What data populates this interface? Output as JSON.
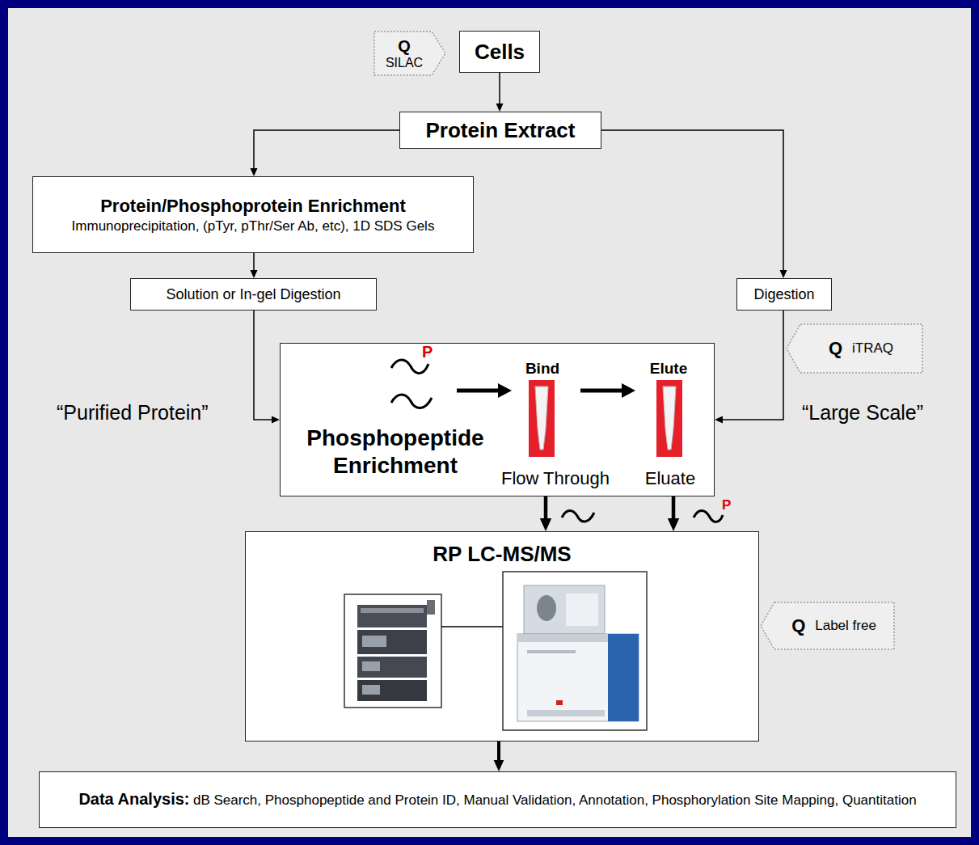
{
  "diagram": {
    "nodes": [
      {
        "text": [
          "Q",
          "SILAC"
        ]
      },
      {
        "text": [
          "Cells"
        ]
      },
      {
        "text": [
          "Protein Extract"
        ]
      },
      {
        "text": [
          "Protein/Phosphoprotein Enrichment",
          "Immunoprecipitation, (pTyr, pThr/Ser Ab, etc), 1D SDS Gels"
        ]
      },
      {
        "text": [
          "Solution or In-gel Digestion"
        ]
      },
      {
        "text": [
          "Digestion"
        ]
      },
      {
        "text": [
          "Q",
          "iTRAQ"
        ]
      },
      {
        "text": [
          "Phosphopeptide Enrichment",
          "Bind",
          "Elute",
          "Flow Through",
          "Eluate"
        ]
      },
      {
        "text": [
          "RP LC-MS/MS"
        ]
      },
      {
        "text": [
          "Q",
          "Label free"
        ]
      },
      {
        "text": [
          "Data Analysis:",
          "dB Search, Phosphopeptide and Protein ID, Manual Validation, Annotation, Phosphorylation Site Mapping, Quantitation"
        ]
      }
    ],
    "edges": [
      {
        "from": 1,
        "to": 2,
        "arrow": "to"
      },
      {
        "from": 2,
        "to": 3,
        "arrow": "to"
      },
      {
        "from": 2,
        "to": 5,
        "arrow": "to"
      },
      {
        "from": 3,
        "to": 4,
        "arrow": "to"
      },
      {
        "from": 4,
        "to": 7,
        "arrow": "to"
      },
      {
        "from": 5,
        "to": 7,
        "arrow": "to"
      },
      {
        "from": 7,
        "to": 8,
        "arrow": "to"
      },
      {
        "from": 7,
        "to": 8,
        "arrow": "to"
      },
      {
        "from": 8,
        "to": 10,
        "arrow": "to"
      }
    ],
    "labels": [
      "“Purified Protein”",
      "“Large Scale”",
      "P",
      "P"
    ]
  }
}
